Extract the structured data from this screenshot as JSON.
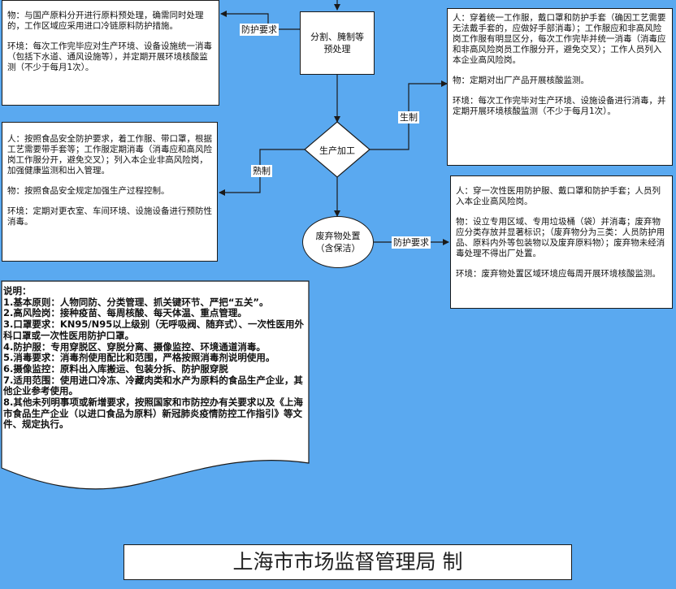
{
  "boxes": {
    "top_left": [
      "物：与国产原料分开进行原料预处理，确需同时处理的，工作区域应采用进口冷链原料防护措施。",
      "环境：每次工作完毕应对生产环境、设备设施统一消毒（包括下水道、通风设施等），并定期开展环境核酸监测（不少于每月1次）。"
    ],
    "mid_left": [
      "人：按照食品安全防护要求，着工作服、带口罩，根据工艺需要带手套等；工作服定期消毒（消毒应和高风险岗工作服分开，避免交叉）；列入本企业非高风险岗，加强健康监测和出入管理。",
      "物：按照食品安全规定加强生产过程控制。",
      "环境：定期对更衣室、车间环境、设施设备进行预防性消毒。"
    ],
    "top_right": [
      "人：穿着统一工作服，戴口罩和防护手套（确因工艺需要无法戴手套的，应做好手部消毒）；工作服应和非高风险岗工作服有明显区分，每次工作完毕并统一消毒（消毒应和非高风险岗员工作服分开，避免交叉）；工作人员列入本企业高风险岗。",
      "物：定期对出厂产品开展核酸监测。",
      "环境：每次工作完毕对生产环境、设施设备进行消毒，并定期开展环境核酸监测（不少于每月1次）。"
    ],
    "bottom_right": [
      "人：穿一次性医用防护服、戴口罩和防护手套；人员列入本企业高风险岗。",
      "物：设立专用区域、专用垃圾桶（袋）并消毒；废弃物应分类存放并显著标识；（废弃物分为三类：人员防护用品、原料内外等包装物以及废弃原料物）；废弃物未经消毒处理不得出厂处置。",
      "环境：废弃物处置区域环境应每周开展环境核酸监测。"
    ]
  },
  "nodes": {
    "process": "分割、腌制等\n预处理",
    "decision": "生产加工",
    "waste": "废弃物处置\n（含保洁）"
  },
  "edge_labels": {
    "protect_1": "防护要求",
    "protect_2": "防护要求",
    "raw": "生制",
    "cooked": "熟制"
  },
  "notes": {
    "title": "说明：",
    "items": [
      "1.基本原则：人物同防、分类管理、抓关键环节、严把“五关”。",
      "2.高风险岗：接种疫苗、每周核酸、每天体温、重点管理。",
      "3.口罩要求：KN95/N95以上级别（无呼吸阀、随弃式）、一次性医用外科口罩或一次性医用防护口罩。",
      "4.防护服：专用穿脱区、穿脱分离、摄像监控、环境通道消毒。",
      "5.消毒要求：消毒剂使用配比和范围，严格按照消毒剂说明使用。",
      "6.摄像监控：原料出入库搬运、包装分拆、防护服穿脱",
      "7.适用范围：使用进口冷冻、冷藏肉类和水产为原料的食品生产企业，其他企业参考使用。",
      "8.其他未列明事项或新增要求，按照国家和市防控办有关要求以及《上海市食品生产企业（以进口食品为原料）新冠肺炎疫情防控工作指引》等文件、规定执行。"
    ]
  },
  "footer": "上海市市场监督管理局 制"
}
